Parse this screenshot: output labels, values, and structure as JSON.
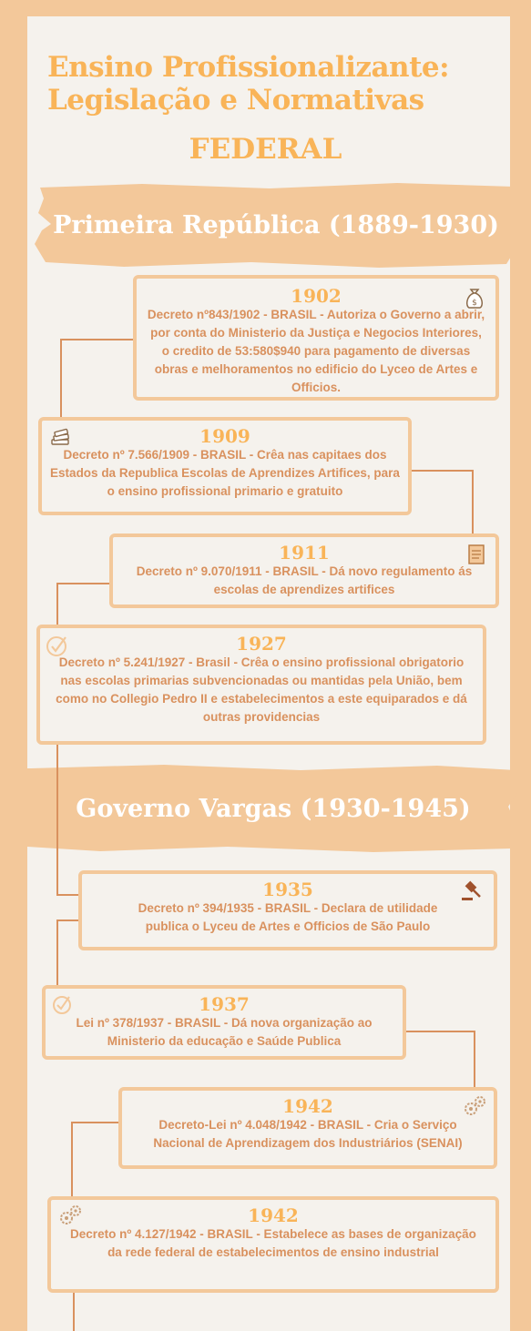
{
  "header": {
    "title_line1": "Ensino Profissionalizante:",
    "title_line2": "Legislação e Normativas",
    "subtitle": "FEDERAL"
  },
  "sections": [
    {
      "label": "Primeira República (1889-1930)"
    },
    {
      "label": "Governo Vargas (1930-1945)"
    }
  ],
  "entries": [
    {
      "year": "1902",
      "text": "Decreto nº843/1902 - BRASIL - Autoriza o Governo a abrir, por conta do Ministerio da Justiça e Negocios Interiores, o credito de 53:580$940 para pagamento de diversas obras e melhoramentos no edificio do Lyceo de Artes e Officios.",
      "icon": "money-bag-icon"
    },
    {
      "year": "1909",
      "text": "Decreto nº 7.566/1909 - BRASIL - Crêa nas capitaes dos Estados da Republica Escolas de Aprendizes Artifices, para o ensino profissional primario e gratuito",
      "icon": "books-icon"
    },
    {
      "year": "1911",
      "text": "Decreto nº 9.070/1911 - BRASIL - Dá novo regulamento ás escolas de aprendizes artifices",
      "icon": "scroll-icon"
    },
    {
      "year": "1927",
      "text": "Decreto nº 5.241/1927 - Brasil - Crêa o ensino profissional obrigatorio nas escolas primarias subvencionadas ou mantidas pela União, bem como no Collegio Pedro II e estabelecimentos a este equiparados e dá outras providencias",
      "icon": "checkmark-icon"
    },
    {
      "year": "1935",
      "text": "Decreto nº 394/1935 - BRASIL - Declara de utilidade publica o Lyceu de Artes e Officios de São Paulo",
      "icon": "gavel-icon"
    },
    {
      "year": "1937",
      "text": "Lei nº 378/1937 - BRASIL - Dá nova organização ao Ministerio da educação e Saúde Publica",
      "icon": "checkmark-icon"
    },
    {
      "year": "1942",
      "text": "Decreto-Lei nº 4.048/1942 - BRASIL - Cria o Serviço Nacional de Aprendizagem dos Industriários (SENAI)",
      "icon": "gears-icon"
    },
    {
      "year": "1942",
      "text": "Decreto nº 4.127/1942 - BRASIL - Estabelece as bases de organização da rede federal de estabelecimentos de ensino industrial",
      "icon": "gears-icon"
    }
  ]
}
